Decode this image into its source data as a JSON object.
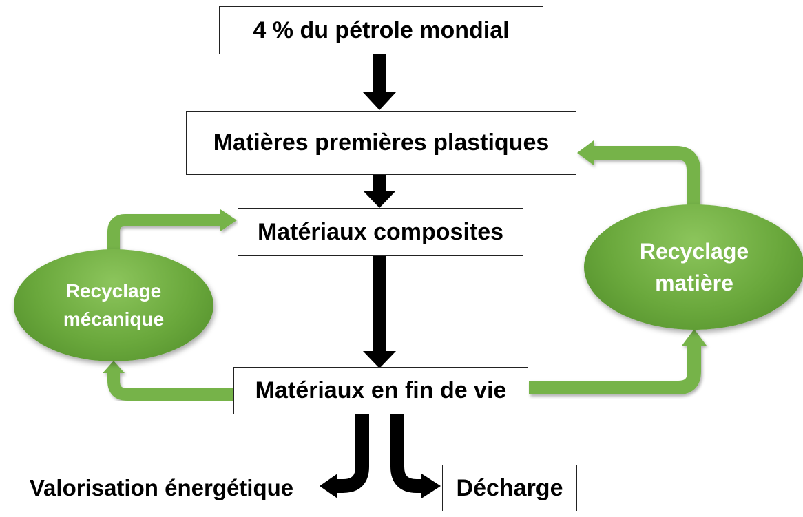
{
  "boxes": {
    "petrole": "4 % du pétrole mondial",
    "matieres": "Matières premières plastiques",
    "composites": "Matériaux composites",
    "fin_de_vie": "Matériaux en fin de vie",
    "valorisation": "Valorisation énergétique",
    "decharge": "Décharge"
  },
  "ellipses": {
    "mecanique": {
      "line1": "Recyclage",
      "line2": "mécanique"
    },
    "matiere": {
      "line1": "Recyclage",
      "line2": "matière"
    }
  },
  "colors": {
    "green": "#6aa83c",
    "green_light": "#8cc55c",
    "arrow_black": "#000000"
  }
}
